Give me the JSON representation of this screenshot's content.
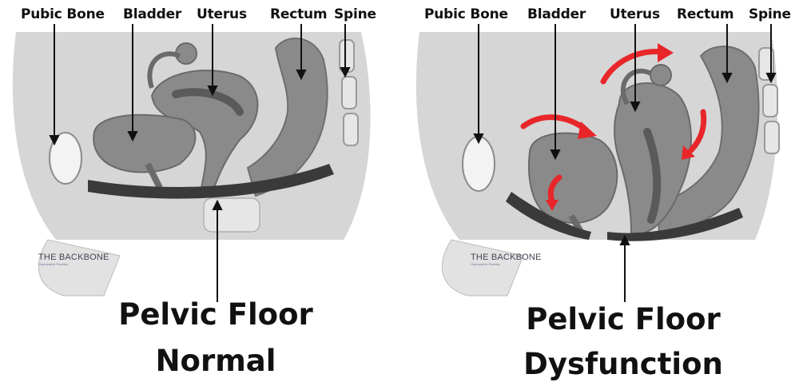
{
  "left": {
    "labels": {
      "pubic_bone": "Pubic Bone",
      "bladder": "Bladder",
      "uterus": "Uterus",
      "rectum": "Rectum",
      "spine": "Spine"
    },
    "title_line1": "Pelvic Floor",
    "title_line2": "Normal",
    "logo": "THE BACKBONE",
    "logo_sub": "Osteopathic Practice"
  },
  "right": {
    "labels": {
      "pubic_bone": "Pubic Bone",
      "bladder": "Bladder",
      "uterus": "Uterus",
      "rectum": "Rectum",
      "spine": "Spine"
    },
    "title_line1": "Pelvic Floor",
    "title_line2": "Dysfunction",
    "logo": "THE BACKBONE",
    "logo_sub": "Osteopathic Practice"
  },
  "colors": {
    "arrow_red": "#e8262a",
    "outline_gray": "#9a9a9a",
    "organ_gray": "#8a8a8a",
    "muscle_dark": "#3a3a3a",
    "bone_light": "#e9e9e9"
  }
}
